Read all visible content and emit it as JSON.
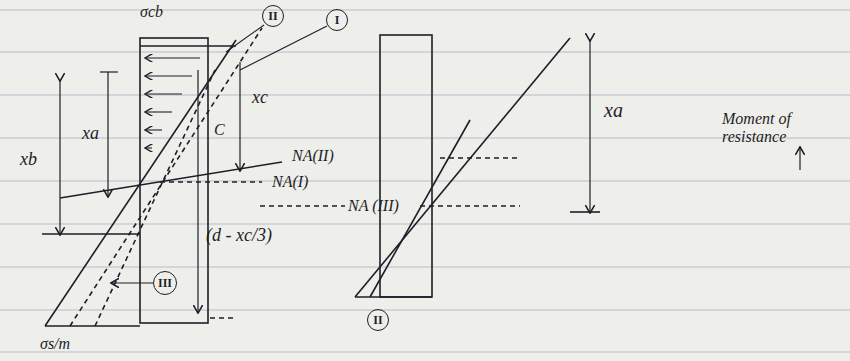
{
  "diagram": {
    "nodes": [
      {
        "text": [
          "II"
        ]
      },
      {
        "text": [
          "I"
        ]
      },
      {
        "text": [
          "III"
        ]
      },
      {
        "text": [
          "II"
        ]
      }
    ],
    "labels": [
      "σcb",
      "xb",
      "xa",
      "C",
      "xc",
      "NA(II)",
      "NA(I)",
      "NA (III)",
      "(d - xc/3)",
      "σs/m",
      "xa",
      "Moment of resistance"
    ]
  }
}
